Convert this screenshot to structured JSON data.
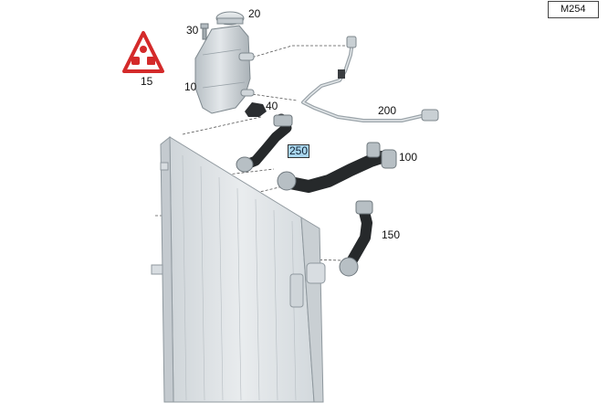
{
  "diagram": {
    "model_code": "M254",
    "parts": [
      {
        "key": "cap",
        "label": "20"
      },
      {
        "key": "bolt",
        "label": "30"
      },
      {
        "key": "warning",
        "label": "15"
      },
      {
        "key": "tank",
        "label": "10"
      },
      {
        "key": "cover",
        "label": "40"
      },
      {
        "key": "line",
        "label": "200"
      },
      {
        "key": "upper_hose",
        "label": "250",
        "highlighted": true
      },
      {
        "key": "main_hose",
        "label": "100"
      },
      {
        "key": "lower_hose",
        "label": "150"
      }
    ],
    "colors": {
      "highlight": "#a9d6ee",
      "hose": "#26292b",
      "tank": "#c7ced2",
      "radiator": "#dadfe3",
      "warning_red": "#d42a2a"
    }
  }
}
